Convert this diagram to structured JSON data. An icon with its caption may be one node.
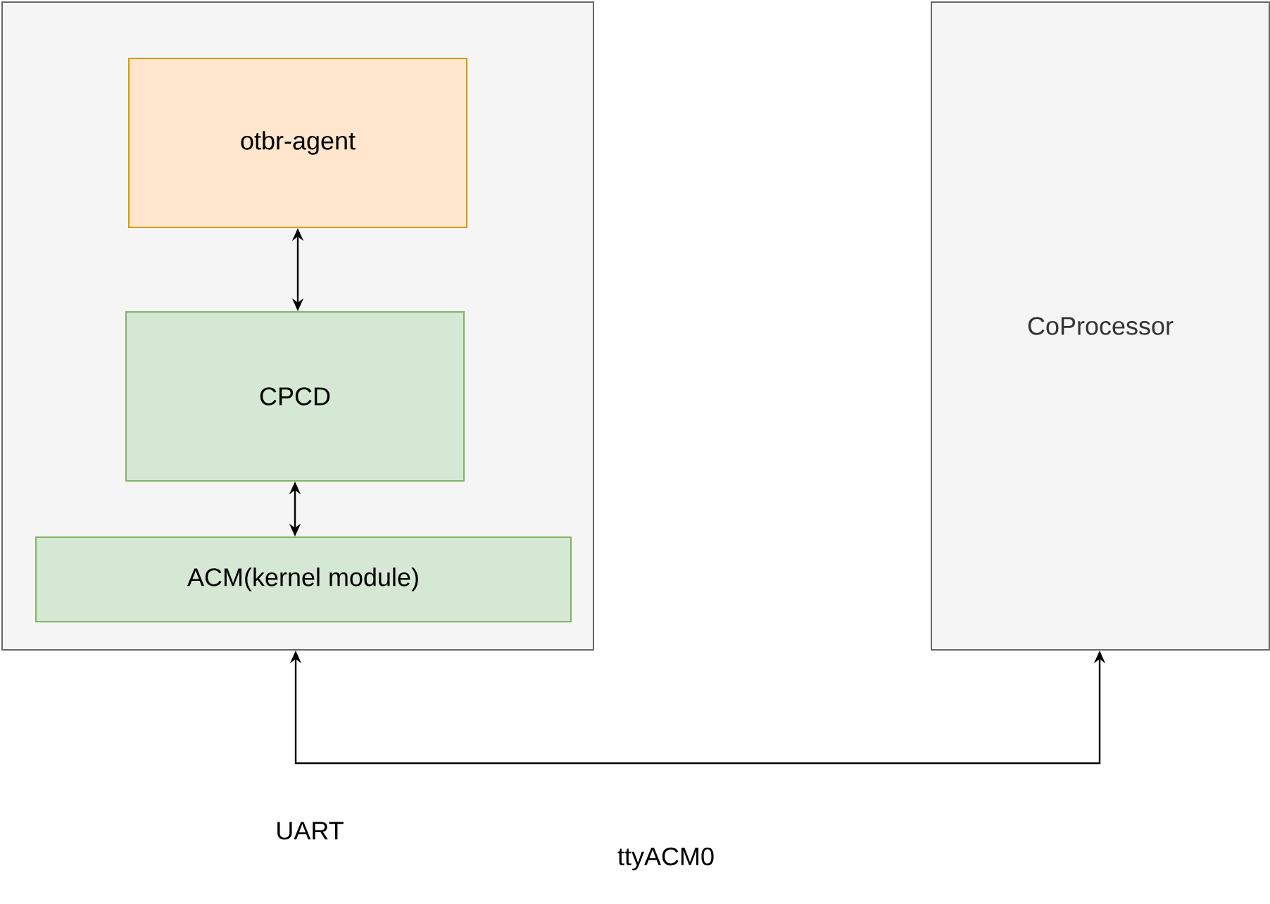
{
  "diagram": {
    "nodes": [
      {
        "text": [],
        "shape": "box"
      },
      {
        "text": [
          "otbr-agent"
        ],
        "in": 0
      },
      {
        "text": [
          "CPCD"
        ],
        "in": 0
      },
      {
        "text": [
          "ACM(kernel module)"
        ],
        "in": 0
      },
      {
        "text": [
          "CoProcessor"
        ]
      }
    ],
    "edges": [
      {
        "from": 1,
        "to": 2,
        "arrow": "both"
      },
      {
        "from": 2,
        "to": 3,
        "arrow": "both"
      },
      {
        "from": 0,
        "to": 4,
        "arrow": "both"
      }
    ],
    "labels": [
      "UART",
      "ttyACM0"
    ]
  }
}
